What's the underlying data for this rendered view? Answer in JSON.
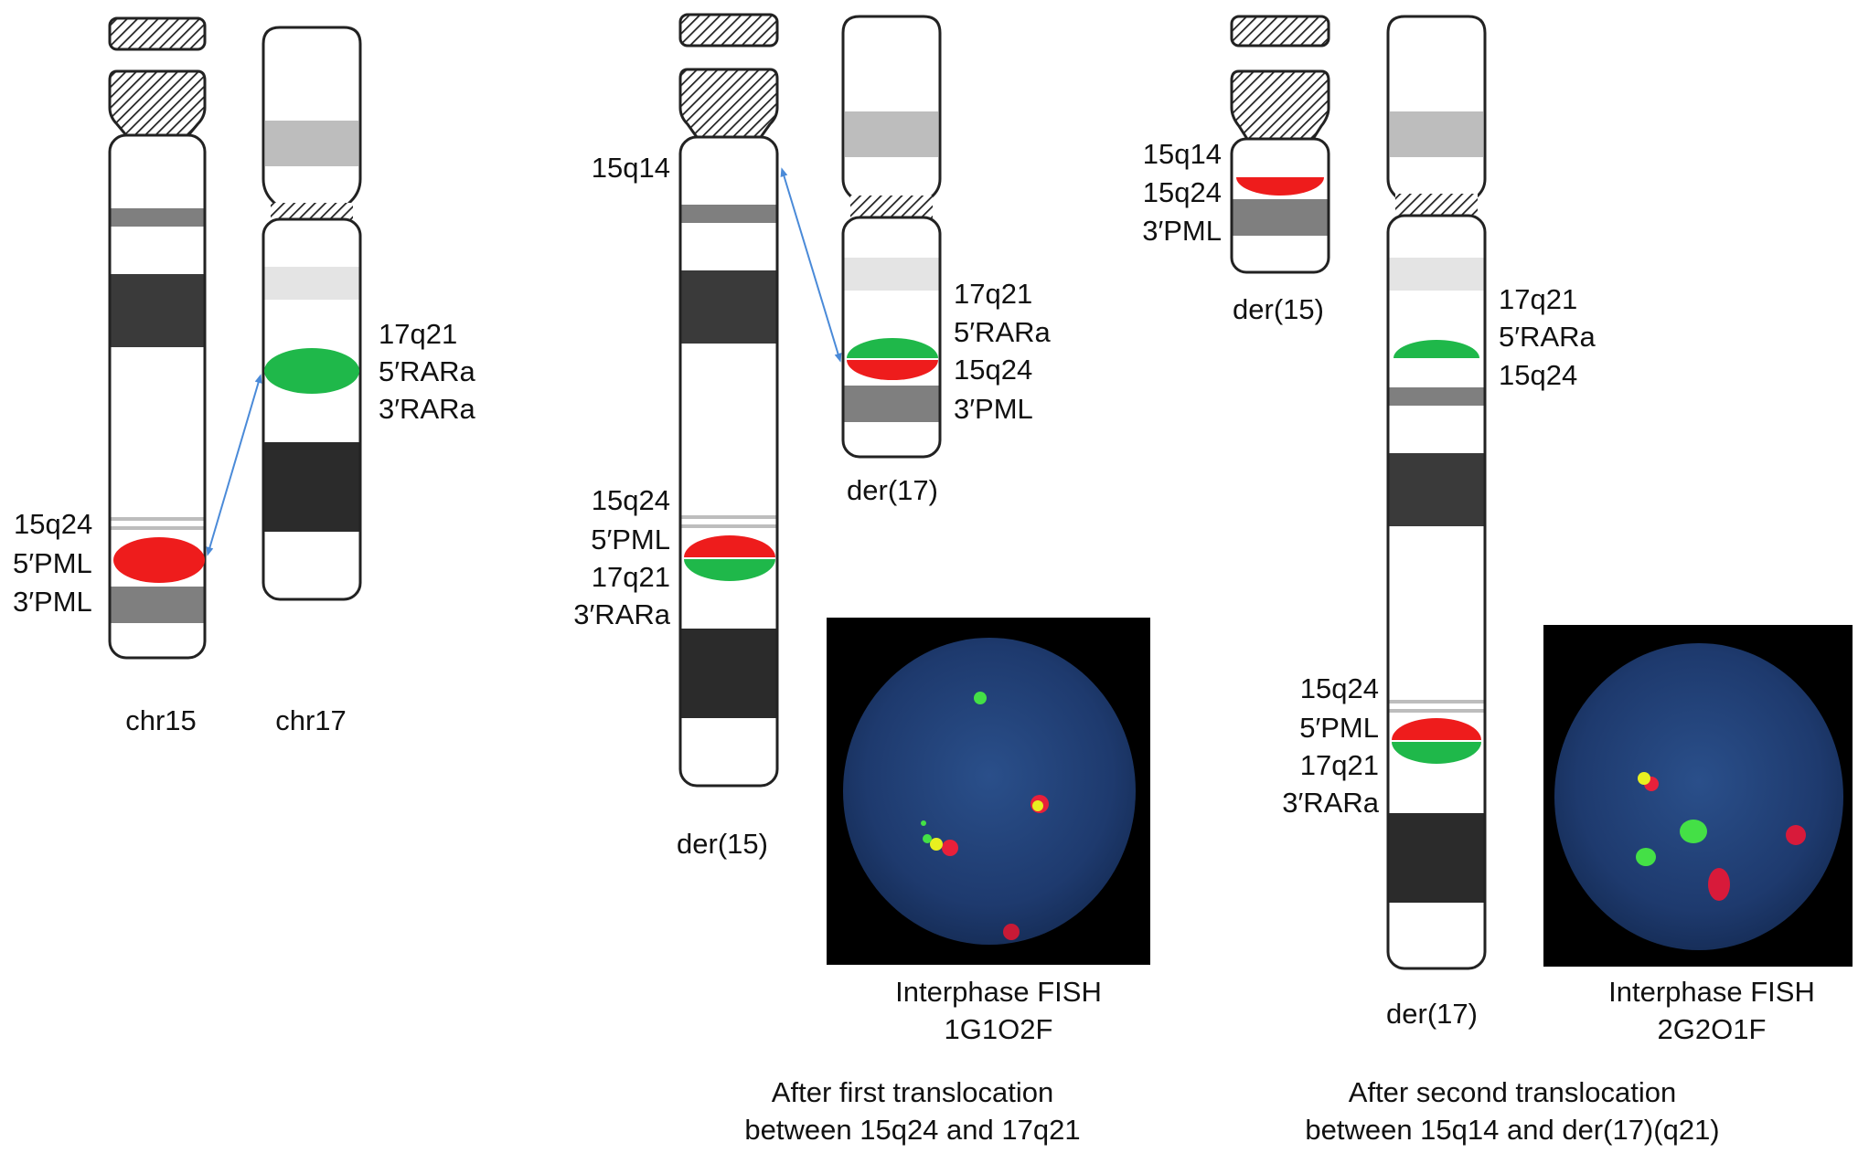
{
  "figure": {
    "panel_a": {
      "chr15": {
        "name": "chr15",
        "labels": [
          "15q24",
          "5′PML",
          "3′PML"
        ]
      },
      "chr17": {
        "name": "chr17",
        "labels": [
          "17q21",
          "5′RARa",
          "3′RARa"
        ]
      }
    },
    "panel_b": {
      "der15": {
        "name": "der(15)",
        "top_label": "15q14",
        "labels": [
          "15q24",
          "5′PML",
          "17q21",
          "3′RARa"
        ]
      },
      "der17": {
        "name": "der(17)",
        "labels": [
          "17q21",
          "5′RARa",
          "15q24",
          "3′PML"
        ]
      },
      "fish": {
        "line1": "Interphase FISH",
        "line2": "1G1O2F"
      },
      "caption": {
        "line1": "After first translocation",
        "line2": "between 15q24 and 17q21"
      }
    },
    "panel_c": {
      "der15": {
        "name": "der(15)",
        "labels": [
          "15q14",
          "15q24",
          "3′PML"
        ]
      },
      "der17": {
        "name": "der(17)",
        "upper_labels": [
          "17q21",
          "5′RARa",
          "15q24"
        ],
        "lower_labels": [
          "15q24",
          "5′PML",
          "17q21",
          "3′RARa"
        ]
      },
      "fish": {
        "line1": "Interphase FISH",
        "line2": "2G2O1F"
      },
      "caption": {
        "line1": "After second translocation",
        "line2": "between 15q14 and der(17)(q21)"
      }
    }
  },
  "colors": {
    "pml_red": "#ee1c1c",
    "rara_green": "#1fb84a",
    "band_dark": "#2b2b2b",
    "band_mid": "#7f7f7f",
    "band_light": "#bdbdbd",
    "band_pale": "#e4e4e4",
    "arrow_blue": "#4a8ad8",
    "nucleus_blue": "#1e3a6e"
  }
}
